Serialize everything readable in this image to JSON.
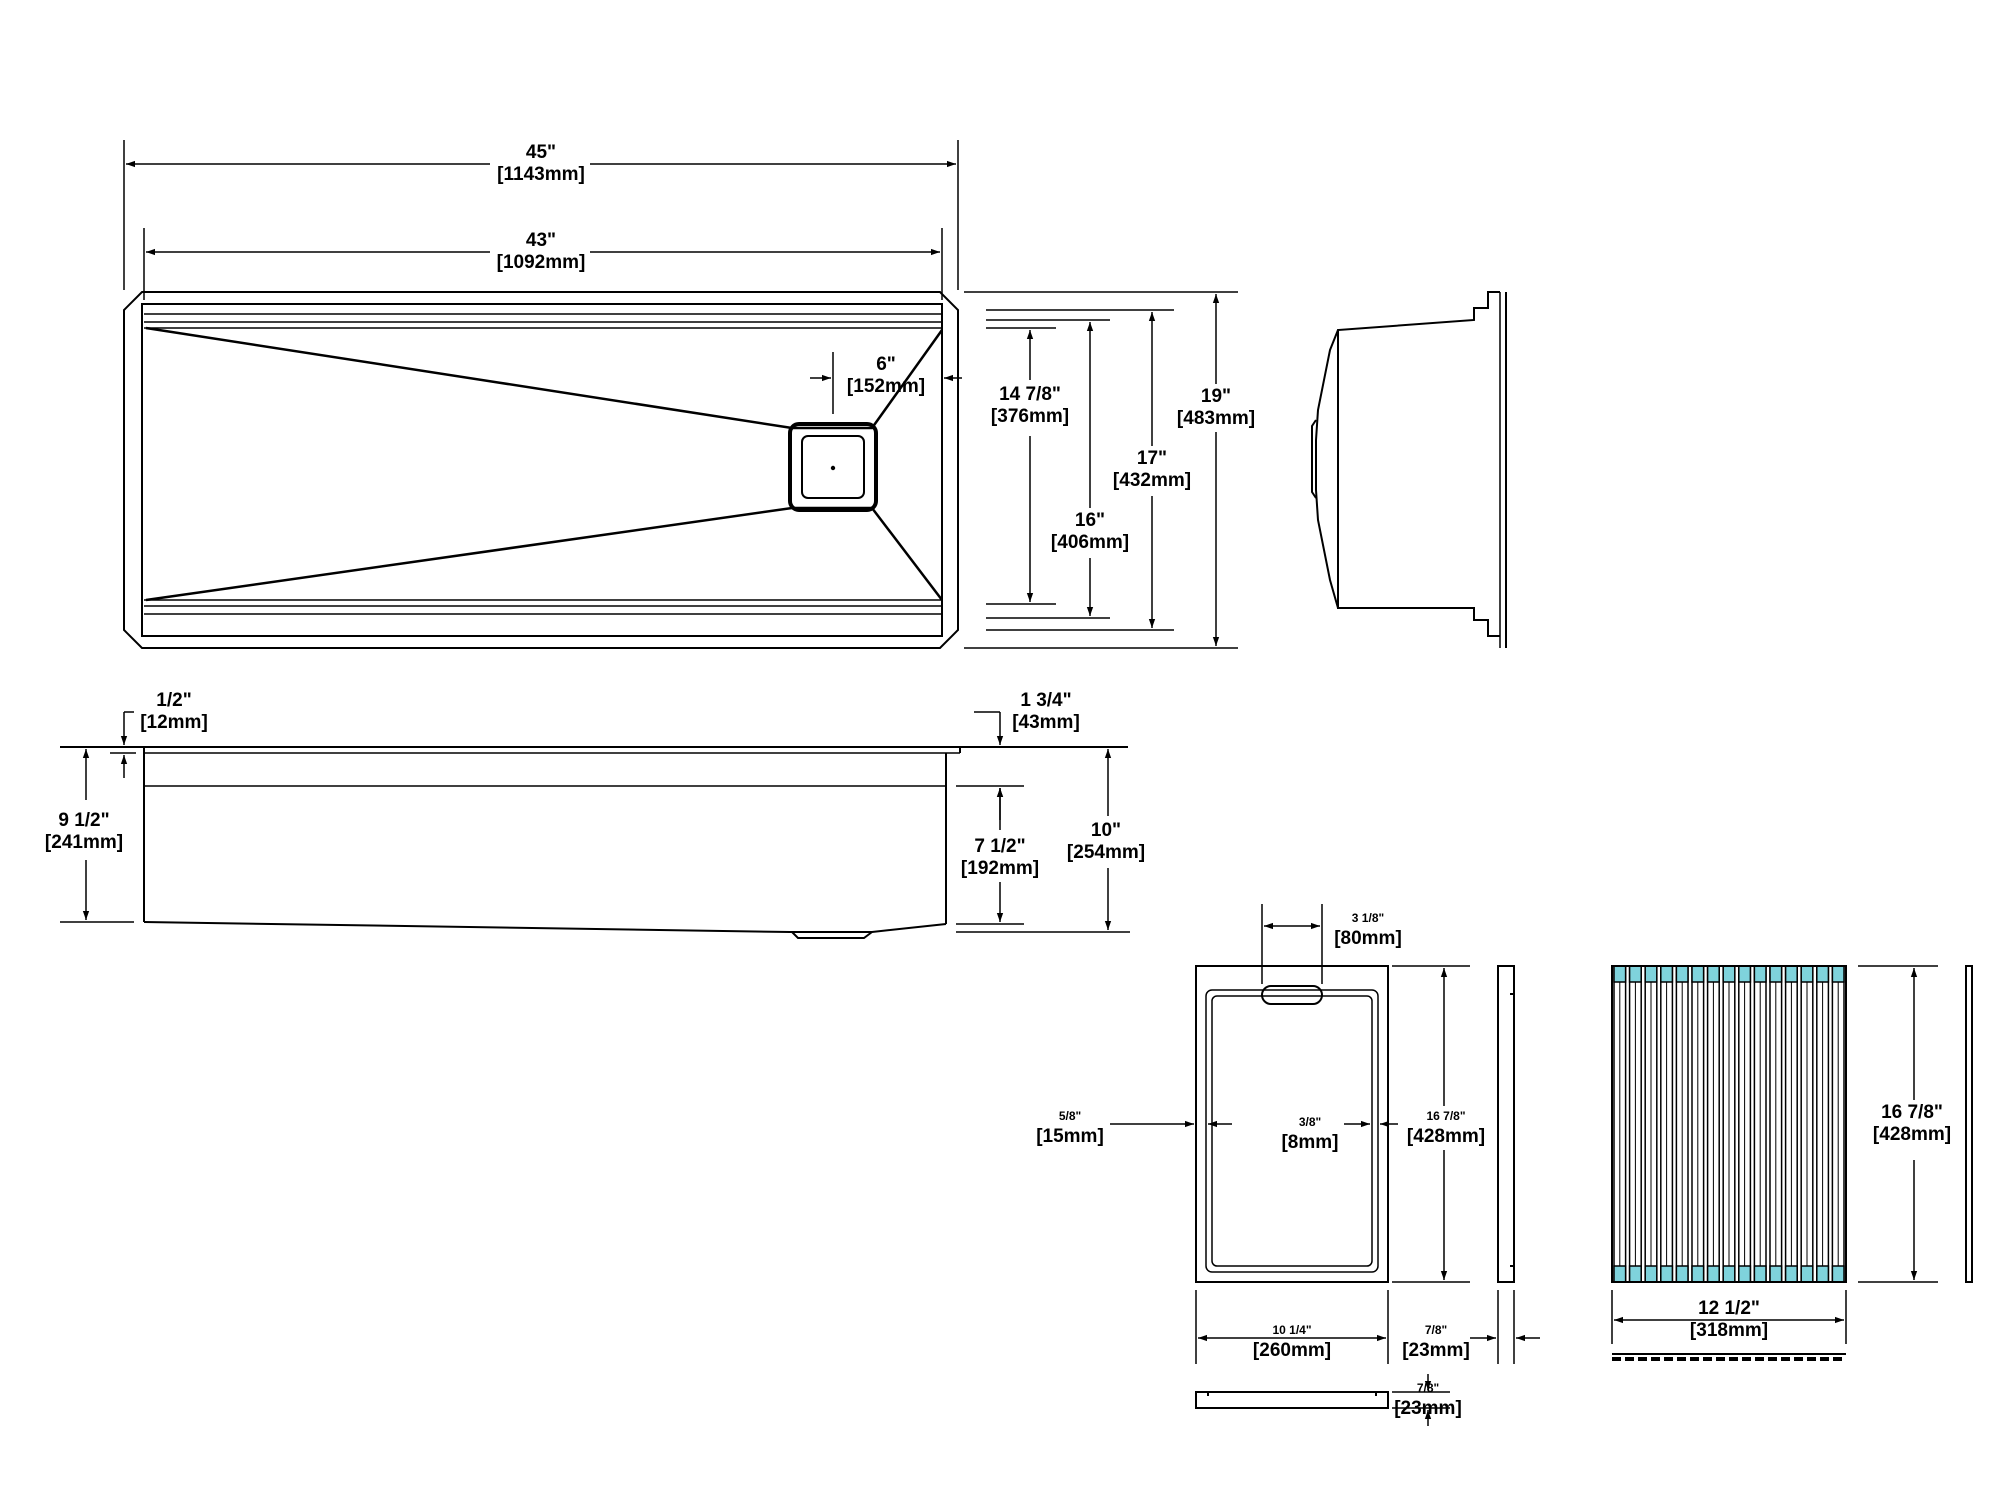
{
  "colors": {
    "line": "#000000",
    "background": "#ffffff",
    "rack_tip": "#7fd3dc"
  },
  "top_view": {
    "overall_width": {
      "in": "45\"",
      "mm": "[1143mm]"
    },
    "inner_width": {
      "in": "43\"",
      "mm": "[1092mm]"
    },
    "drain_offset": {
      "in": "6\"",
      "mm": "[152mm]"
    },
    "depth_a": {
      "in": "14 7/8\"",
      "mm": "[376mm]"
    },
    "depth_b": {
      "in": "16\"",
      "mm": "[406mm]"
    },
    "depth_c": {
      "in": "17\"",
      "mm": "[432mm]"
    },
    "overall_depth": {
      "in": "19\"",
      "mm": "[483mm]"
    }
  },
  "front_view": {
    "flange": {
      "in": "1/2\"",
      "mm": "[12mm]"
    },
    "ledge": {
      "in": "1 3/4\"",
      "mm": "[43mm]"
    },
    "left_height": {
      "in": "9 1/2\"",
      "mm": "[241mm]"
    },
    "right_inner_height": {
      "in": "7 1/2\"",
      "mm": "[192mm]"
    },
    "overall_height": {
      "in": "10\"",
      "mm": "[254mm]"
    }
  },
  "cutting_board": {
    "handle_width": {
      "in": "3 1/8\"",
      "mm": "[80mm]"
    },
    "groove_offset": {
      "in": "5/8\"",
      "mm": "[15mm]"
    },
    "groove_width": {
      "in": "3/8\"",
      "mm": "[8mm]"
    },
    "length": {
      "in": "16 7/8\"",
      "mm": "[428mm]"
    },
    "width": {
      "in": "10 1/4\"",
      "mm": "[260mm]"
    },
    "thickness": {
      "in": "7/8\"",
      "mm": "[23mm]"
    },
    "thickness_bottom": {
      "in": "7/8\"",
      "mm": "[23mm]"
    }
  },
  "roll_rack": {
    "length": {
      "in": "16 7/8\"",
      "mm": "[428mm]"
    },
    "width": {
      "in": "12 1/2\"",
      "mm": "[318mm]"
    }
  }
}
